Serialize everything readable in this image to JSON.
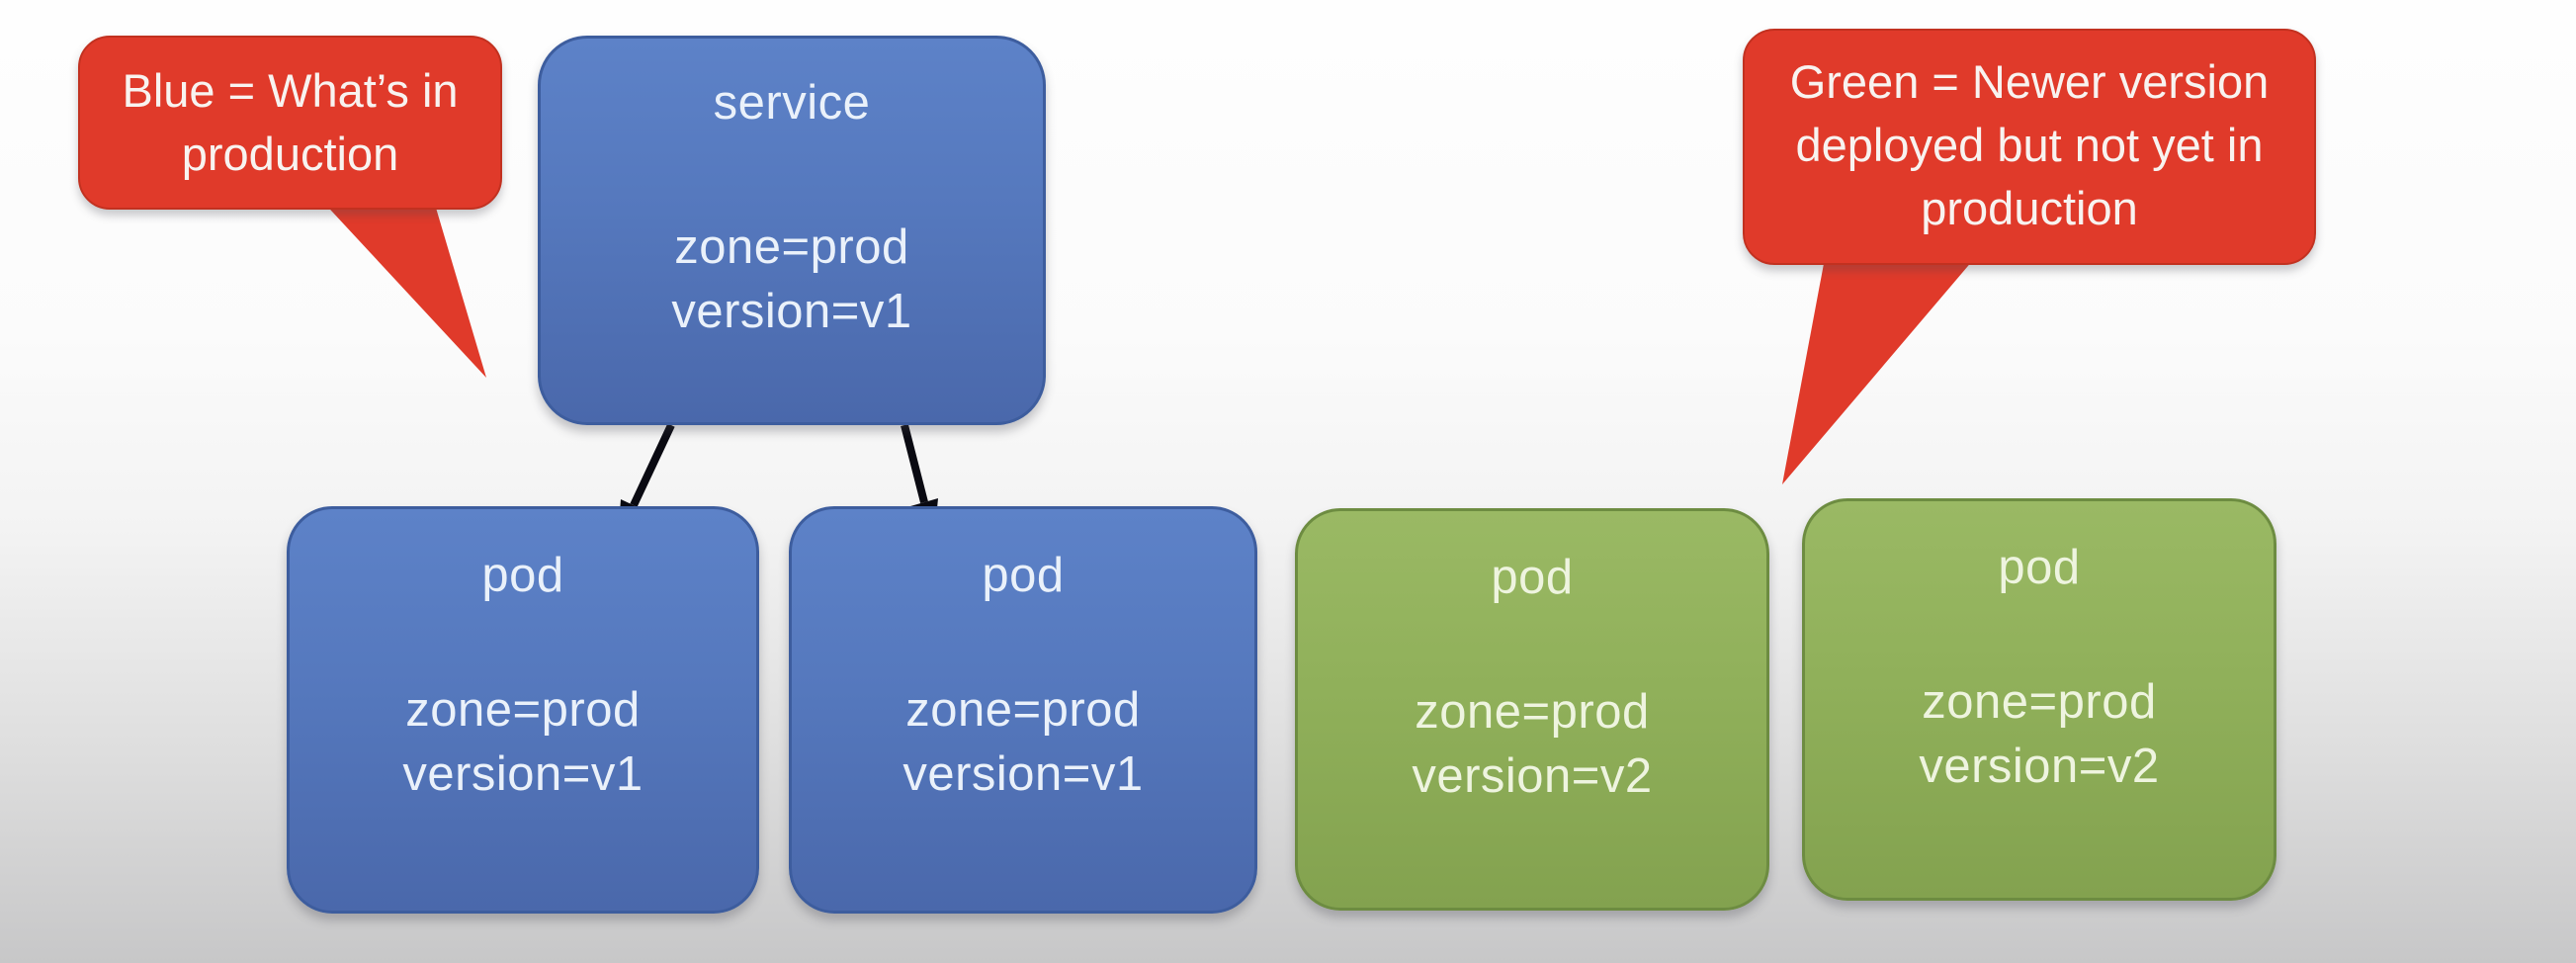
{
  "diagram": {
    "kind": "blue-green-deployment-slide",
    "callout_blue": {
      "lines": [
        "Blue = What’s in",
        "production"
      ]
    },
    "callout_green": {
      "lines": [
        "Green = Newer version",
        "deployed but not yet in",
        "production"
      ]
    },
    "service": {
      "title": "service",
      "labels": [
        "zone=prod",
        "version=v1"
      ]
    },
    "pods": [
      {
        "title": "pod",
        "labels": [
          "zone=prod",
          "version=v1"
        ],
        "role": "blue-production"
      },
      {
        "title": "pod",
        "labels": [
          "zone=prod",
          "version=v1"
        ],
        "role": "blue-production"
      },
      {
        "title": "pod",
        "labels": [
          "zone=prod",
          "version=v2"
        ],
        "role": "green-new-version"
      },
      {
        "title": "pod",
        "labels": [
          "zone=prod",
          "version=v2"
        ],
        "role": "green-new-version"
      }
    ],
    "colors": {
      "blue_box": "#5578bd",
      "blue_border": "#3d5d9e",
      "green_box": "#90b05a",
      "green_border": "#6d8c41",
      "callout_red": "#e03a2a",
      "callout_border": "#c23120",
      "arrow": "#0a0a12",
      "text_on_boxes": "#eaf1fa",
      "background_top": "#fefefe",
      "background_bottom": "#c7c7c8"
    }
  }
}
